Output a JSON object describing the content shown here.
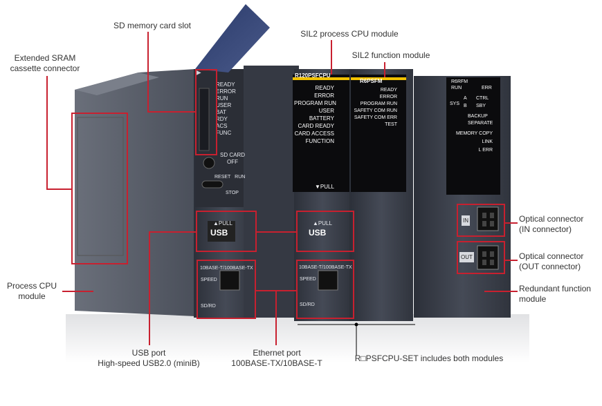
{
  "labels": {
    "sd_slot": "SD memory card slot",
    "sil2_cpu": "SIL2 process CPU module",
    "sil2_func": "SIL2 function module",
    "sram_line1": "Extended SRAM",
    "sram_line2": "cassette connector",
    "process_cpu_line1": "Process CPU",
    "process_cpu_line2": "module",
    "optical_in_line1": "Optical connector",
    "optical_in_line2": "(IN connector)",
    "optical_out_line1": "Optical connector",
    "optical_out_line2": "(OUT connector)",
    "redundant_line1": "Redundant function",
    "redundant_line2": "module",
    "usb_line1": "USB port",
    "usb_line2": "High-speed USB2.0 (miniB)",
    "eth_line1": "Ethernet port",
    "eth_line2": "100BASE-TX/10BASE-T",
    "set_note": "R□PSFCPU-SET includes both modules"
  },
  "module1": {
    "leds": [
      "READY",
      "ERROR",
      "RUN",
      "USER",
      "BAT",
      "RDY",
      "ACS",
      "FUNC"
    ],
    "sd_card": "SD CARD",
    "off": "OFF",
    "reset": "RESET",
    "run": "RUN",
    "stop": "STOP",
    "pull": "▲PULL",
    "usb": "USB",
    "eth_title": "10BASE-T/100BASE-TX",
    "speed": "SPEED",
    "sdrd": "SD/RD"
  },
  "module2": {
    "name": "R120PSFCPU",
    "leds": [
      "READY",
      "ERROR",
      "PROGRAM RUN",
      "USER",
      "BATTERY",
      "CARD READY",
      "CARD ACCESS",
      "FUNCTION"
    ],
    "pull_down": "▼PULL",
    "pull": "▲PULL",
    "usb": "USB",
    "eth_title": "10BASE-T/100BASE-TX",
    "speed": "SPEED",
    "sdrd": "SD/RD"
  },
  "module3": {
    "name": "R6PSFM",
    "leds": [
      "READY",
      "ERROR",
      "PROGRAM RUN",
      "SAFETY COM RUN",
      "SAFETY COM ERR",
      "TEST"
    ]
  },
  "module4": {
    "name": "R6RFM",
    "run": "RUN",
    "err": "ERR",
    "sys": "SYS",
    "a": "A",
    "b": "B",
    "ctrl": "CTRL",
    "sby": "SBY",
    "backup": "BACKUP",
    "separate": "SEPARATE",
    "memory_copy": "MEMORY COPY",
    "link": "LINK",
    "l_err": "L ERR",
    "in": "IN",
    "out": "OUT"
  },
  "colors": {
    "callout": "#c8202f",
    "yellow_stripe": "#f2c200",
    "body": "#3a3e49",
    "panel_black": "#0b0b0d"
  }
}
